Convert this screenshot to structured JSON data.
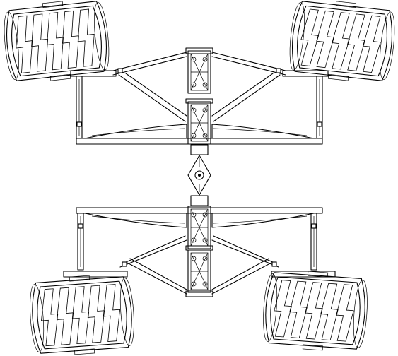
{
  "colors": {
    "stroke": "#000000",
    "background": "#ffffff"
  },
  "drawing": {
    "subject": "rover-chassis-top-view",
    "wheels": [
      {
        "id": "front-left"
      },
      {
        "id": "front-right"
      },
      {
        "id": "rear-left"
      },
      {
        "id": "rear-right"
      }
    ]
  }
}
